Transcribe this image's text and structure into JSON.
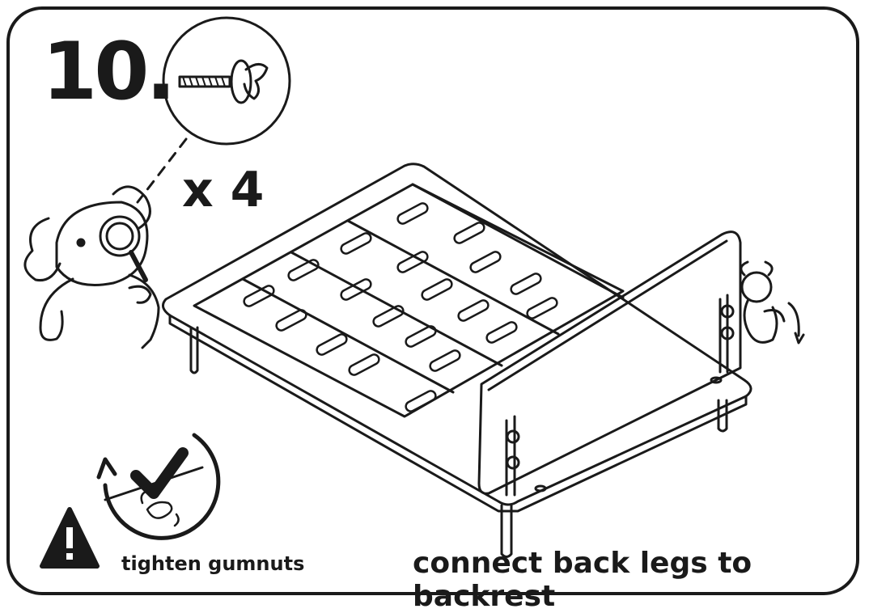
{
  "step": {
    "number": "10."
  },
  "parts": {
    "quantity": "x 4",
    "icon": "gumnut-bolt-icon"
  },
  "warning": {
    "label": "tighten gumnuts",
    "icon": "warning-triangle-icon"
  },
  "caption": "connect back legs to backrest",
  "colors": {
    "ink": "#1a1a1a",
    "paper": "#ffffff"
  }
}
